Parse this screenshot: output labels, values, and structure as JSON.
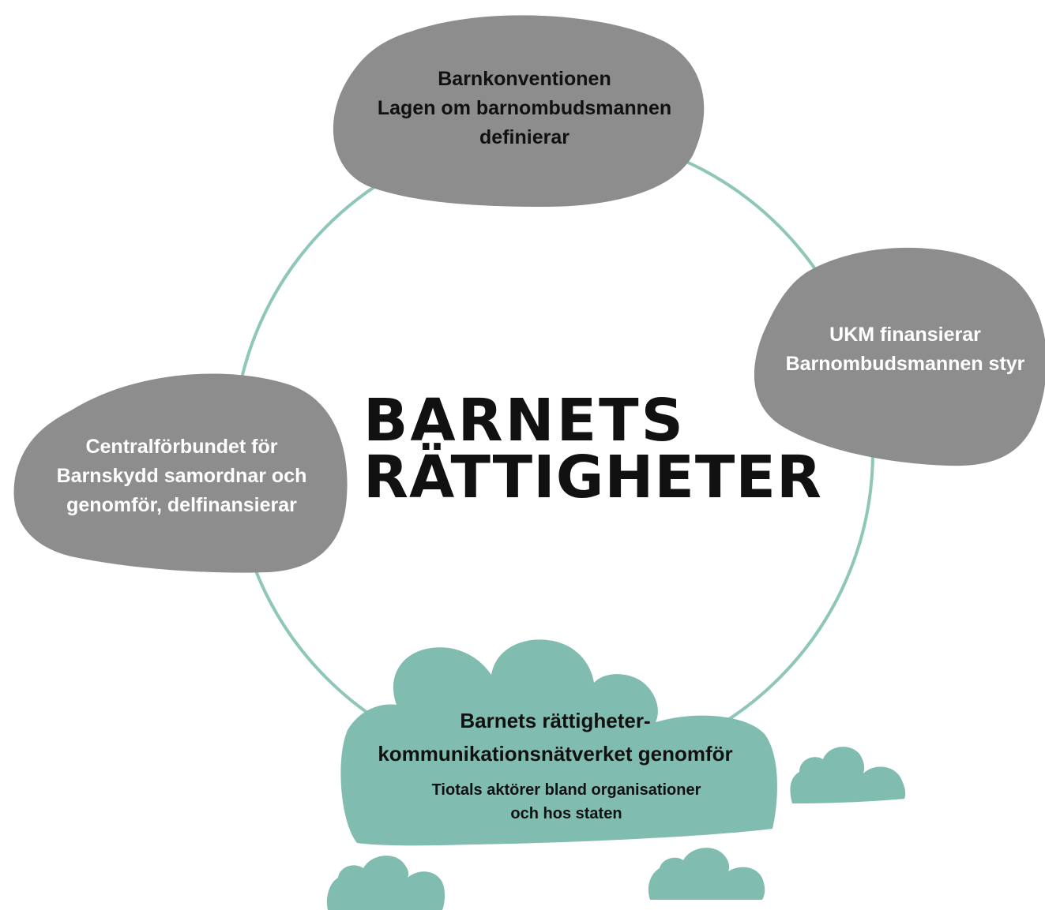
{
  "colors": {
    "ring": "#8ec6b8",
    "gray_blob": "#8d8d8d",
    "teal_blob": "#80bdb0",
    "title": "#111111",
    "blob_text_light": "#ffffff",
    "blob_text_dark": "#111111"
  },
  "center_title": {
    "line1": "BARNETS",
    "line2": "RÄTTIGHETER"
  },
  "nodes": {
    "top": {
      "line1": "Barnkonventionen",
      "line2": "Lagen om barnombudsmannen",
      "line3": "definierar"
    },
    "right": {
      "line1": "UKM finansierar",
      "line2": "Barnombudsmannen styr"
    },
    "left": {
      "line1": "Centralförbundet för",
      "line2": "Barnskydd samordnar och",
      "line3": "genomför, delfinansierar"
    },
    "bottom": {
      "line1": "Barnets rättigheter-",
      "line2": "kommunikationsnätverket genomför",
      "line3": "Tiotals aktörer bland organisationer",
      "line4": "och hos staten"
    }
  }
}
